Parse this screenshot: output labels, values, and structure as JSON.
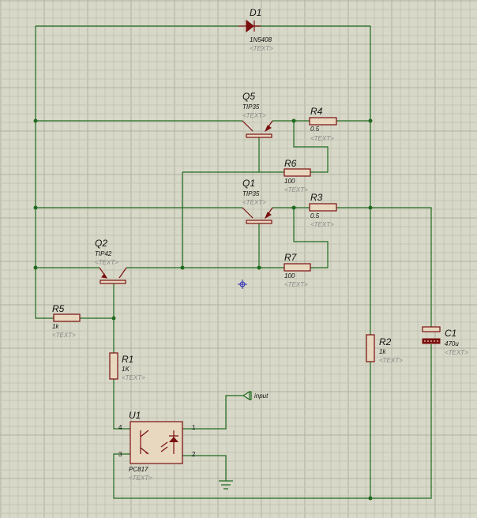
{
  "placeholder_text": "<TEXT>",
  "components": {
    "D1": {
      "ref": "D1",
      "value": "1N5408"
    },
    "Q5": {
      "ref": "Q5",
      "value": "TIP35"
    },
    "Q1": {
      "ref": "Q1",
      "value": "TIP35"
    },
    "Q2": {
      "ref": "Q2",
      "value": "TIP42"
    },
    "R4": {
      "ref": "R4",
      "value": "0.5"
    },
    "R6": {
      "ref": "R6",
      "value": "100"
    },
    "R3": {
      "ref": "R3",
      "value": "0.5"
    },
    "R7": {
      "ref": "R7",
      "value": "100"
    },
    "R5": {
      "ref": "R5",
      "value": "1k"
    },
    "R1": {
      "ref": "R1",
      "value": "1K"
    },
    "R2": {
      "ref": "R2",
      "value": "1k"
    },
    "C1": {
      "ref": "C1",
      "value": "470u"
    },
    "U1": {
      "ref": "U1",
      "value": "PC817",
      "pins": [
        "4",
        "3",
        "1",
        "2"
      ]
    }
  },
  "terminal": {
    "label": "input"
  },
  "colors": {
    "background": "#d8d8c8",
    "grid_minor": "#c4c4b4",
    "grid_major": "#b0b0a0",
    "wire": "#1f6a1f",
    "component": "#7a0f0f",
    "body": "#e8d8c0",
    "marker": "#2d2db4"
  }
}
